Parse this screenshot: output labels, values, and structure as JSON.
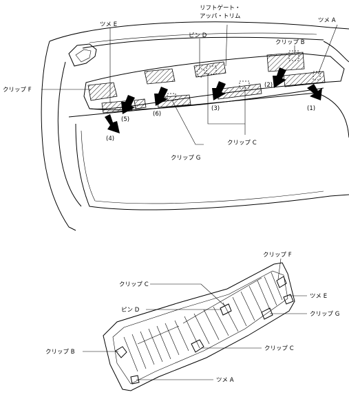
{
  "top_diagram": {
    "labels": {
      "liftgate_trim_line1": "リフトゲート・",
      "liftgate_trim_line2": "アッパ・トリム",
      "tsume_e": "ツメ E",
      "tsume_a": "ツメ A",
      "pin_d": "ピン D",
      "clip_b": "クリップ B",
      "clip_f": "クリップ F",
      "clip_g": "クリップ G",
      "clip_c": "クリップ C"
    },
    "steps": [
      "(1)",
      "(2)",
      "(3)",
      "(4)",
      "(5)",
      "(6)"
    ]
  },
  "bottom_diagram": {
    "labels": {
      "clip_f": "クリップ F",
      "clip_c_top": "クリップ C",
      "tsume_e": "ツメ E",
      "pin_d": "ピン D",
      "clip_g": "クリップ G",
      "clip_b": "クリップ B",
      "clip_c_mid": "クリップ C",
      "tsume_a": "ツメ A"
    }
  }
}
